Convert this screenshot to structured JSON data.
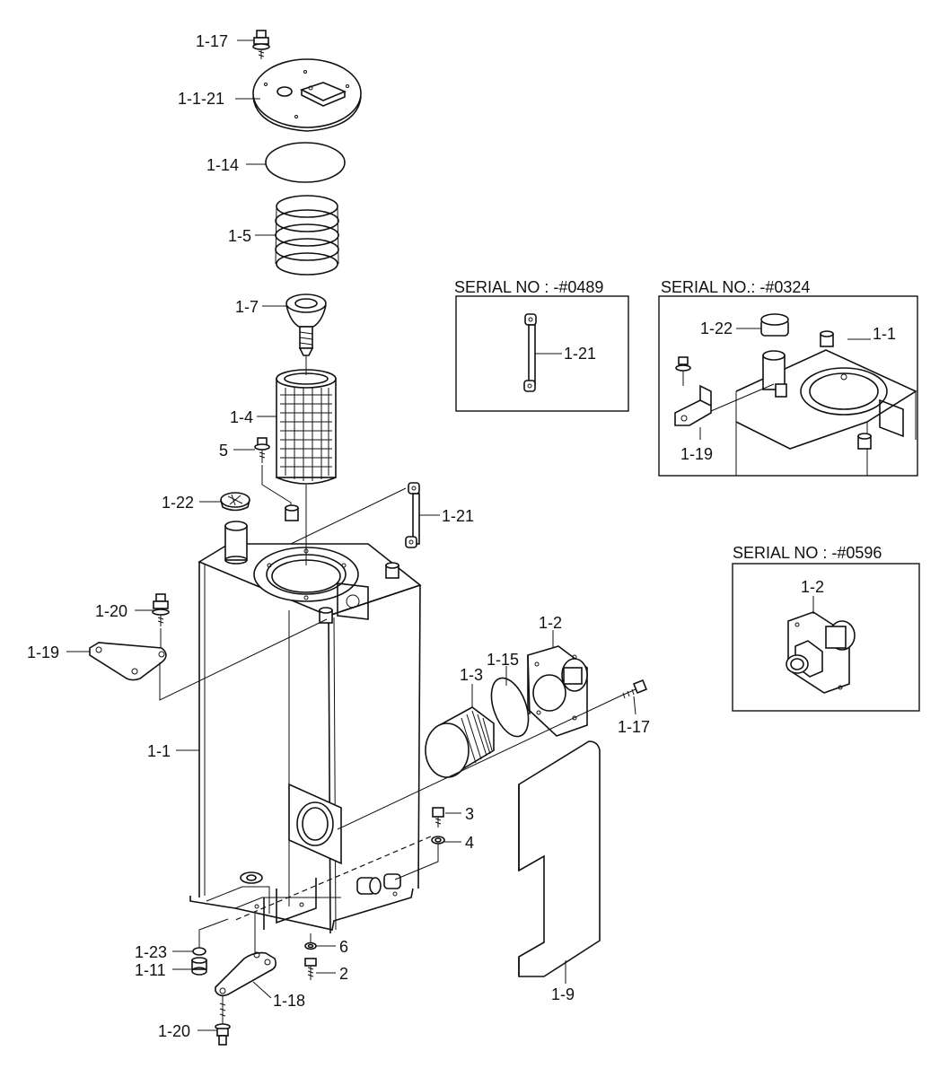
{
  "labels": {
    "l1_17_top": "1-17",
    "l1_1_21": "1-1-21",
    "l1_14": "1-14",
    "l1_5": "1-5",
    "l1_7": "1-7",
    "l1_4": "1-4",
    "l5": "5",
    "l1_22": "1-22",
    "l1_21": "1-21",
    "l1_20_top": "1-20",
    "l1_19": "1-19",
    "l1_1": "1-1",
    "l1_3": "1-3",
    "l1_15": "1-15",
    "l1_2": "1-2",
    "l1_17_right": "1-17",
    "l3": "3",
    "l4": "4",
    "l6": "6",
    "l2": "2",
    "l1_23": "1-23",
    "l1_11": "1-11",
    "l1_18": "1-18",
    "l1_20_bottom": "1-20",
    "l1_9": "1-9"
  },
  "insets": {
    "inset1": {
      "serial": "SERIAL NO : -#0489",
      "part": "1-21"
    },
    "inset2": {
      "serial": "SERIAL NO.: -#0324",
      "part_a": "1-22",
      "part_b": "1-1",
      "part_c": "1-19"
    },
    "inset3": {
      "serial": "SERIAL NO : -#0596",
      "part": "1-2"
    }
  }
}
